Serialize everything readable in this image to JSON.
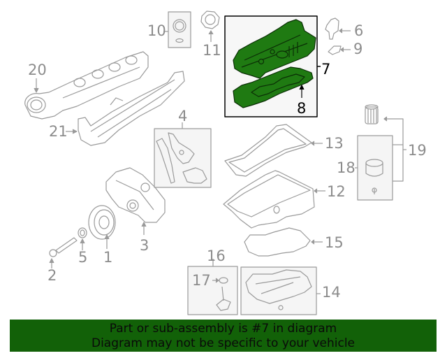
{
  "diagram": {
    "highlighted_part": "7",
    "colors": {
      "line": "#9a9a9a",
      "highlight_fill": "#1f7a12",
      "highlight_stroke": "#0b2e06",
      "box_fill": "#f5f5f5",
      "banner_bg": "#126108"
    },
    "callouts": [
      {
        "id": "1",
        "label": "1"
      },
      {
        "id": "2",
        "label": "2"
      },
      {
        "id": "3",
        "label": "3"
      },
      {
        "id": "4",
        "label": "4"
      },
      {
        "id": "5",
        "label": "5"
      },
      {
        "id": "6",
        "label": "6"
      },
      {
        "id": "7",
        "label": "7"
      },
      {
        "id": "8",
        "label": "8"
      },
      {
        "id": "9",
        "label": "9"
      },
      {
        "id": "10",
        "label": "10"
      },
      {
        "id": "11",
        "label": "11"
      },
      {
        "id": "12",
        "label": "12"
      },
      {
        "id": "13",
        "label": "13"
      },
      {
        "id": "14",
        "label": "14"
      },
      {
        "id": "15",
        "label": "15"
      },
      {
        "id": "16",
        "label": "16"
      },
      {
        "id": "17",
        "label": "17"
      },
      {
        "id": "18",
        "label": "18"
      },
      {
        "id": "19",
        "label": "19"
      },
      {
        "id": "20",
        "label": "20"
      },
      {
        "id": "21",
        "label": "21"
      }
    ]
  },
  "banner": {
    "line1": "Part or sub-assembly is #7 in diagram",
    "line2": "Diagram may not be specific to your vehicle"
  }
}
